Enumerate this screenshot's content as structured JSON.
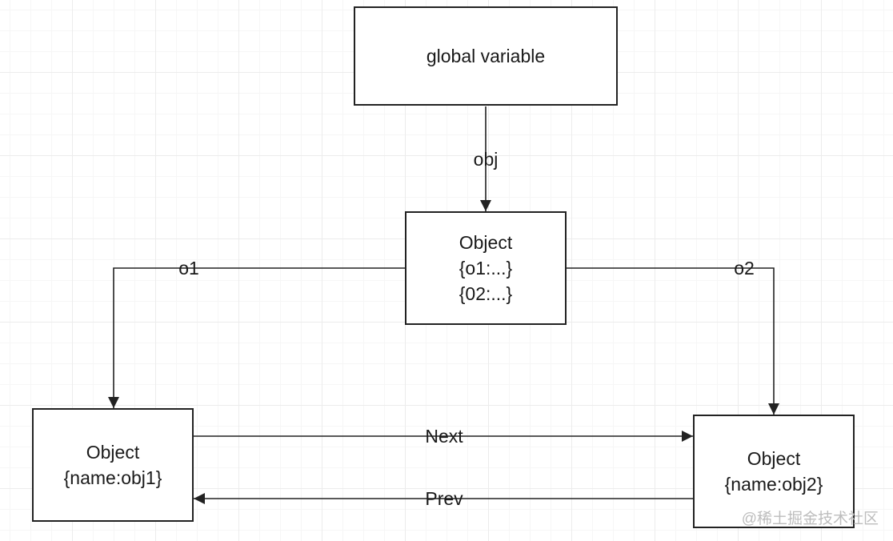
{
  "nodes": {
    "global": {
      "lines": [
        "global variable"
      ]
    },
    "root": {
      "lines": [
        "Object",
        "{o1:...}",
        "{02:...}"
      ]
    },
    "obj1": {
      "lines": [
        "Object",
        "{name:obj1}"
      ]
    },
    "obj2": {
      "lines": [
        "Object",
        "{name:obj2}"
      ]
    }
  },
  "edges": {
    "obj": {
      "label": "obj",
      "from": "global",
      "to": "root"
    },
    "o1": {
      "label": "o1",
      "from": "root",
      "to": "obj1"
    },
    "o2": {
      "label": "o2",
      "from": "root",
      "to": "obj2"
    },
    "next": {
      "label": "Next",
      "from": "obj1",
      "to": "obj2"
    },
    "prev": {
      "label": "Prev",
      "from": "obj2",
      "to": "obj1"
    }
  },
  "watermark": "@稀土掘金技术社区",
  "colors": {
    "stroke": "#222222",
    "grid": "#ececec",
    "background": "#ffffff",
    "watermark": "#bdbdbd"
  }
}
